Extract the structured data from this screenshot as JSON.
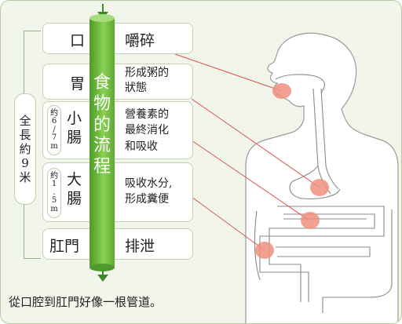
{
  "tube": {
    "chars": [
      "食",
      "物",
      "的",
      "流",
      "程"
    ]
  },
  "rows": [
    {
      "organ": "口",
      "function": "嚼碎"
    },
    {
      "organ": "胃",
      "function_lines": [
        "形成粥的",
        "狀態"
      ]
    },
    {
      "length_chars": [
        "約",
        "6",
        "/",
        "7",
        "m"
      ],
      "organ_chars": [
        "小",
        "腸"
      ],
      "function_lines": [
        "營養素的",
        "最終消化",
        "和吸收"
      ]
    },
    {
      "length_chars": [
        "約",
        "1",
        ".",
        "5",
        "m"
      ],
      "organ_chars": [
        "大",
        "腸"
      ],
      "function_lines": [
        "吸收水分,",
        "形成糞便"
      ]
    },
    {
      "organ": "肛門",
      "function": "排泄"
    }
  ],
  "total_length_chars": [
    "全",
    "長",
    "約",
    "9",
    "米"
  ],
  "caption": "從口腔到肛門好像一根管道。",
  "colors": {
    "tube": "#6fbc3f",
    "background": "#f1f5ea",
    "highlight": "#f08f7f",
    "leader": "#d9534f"
  }
}
